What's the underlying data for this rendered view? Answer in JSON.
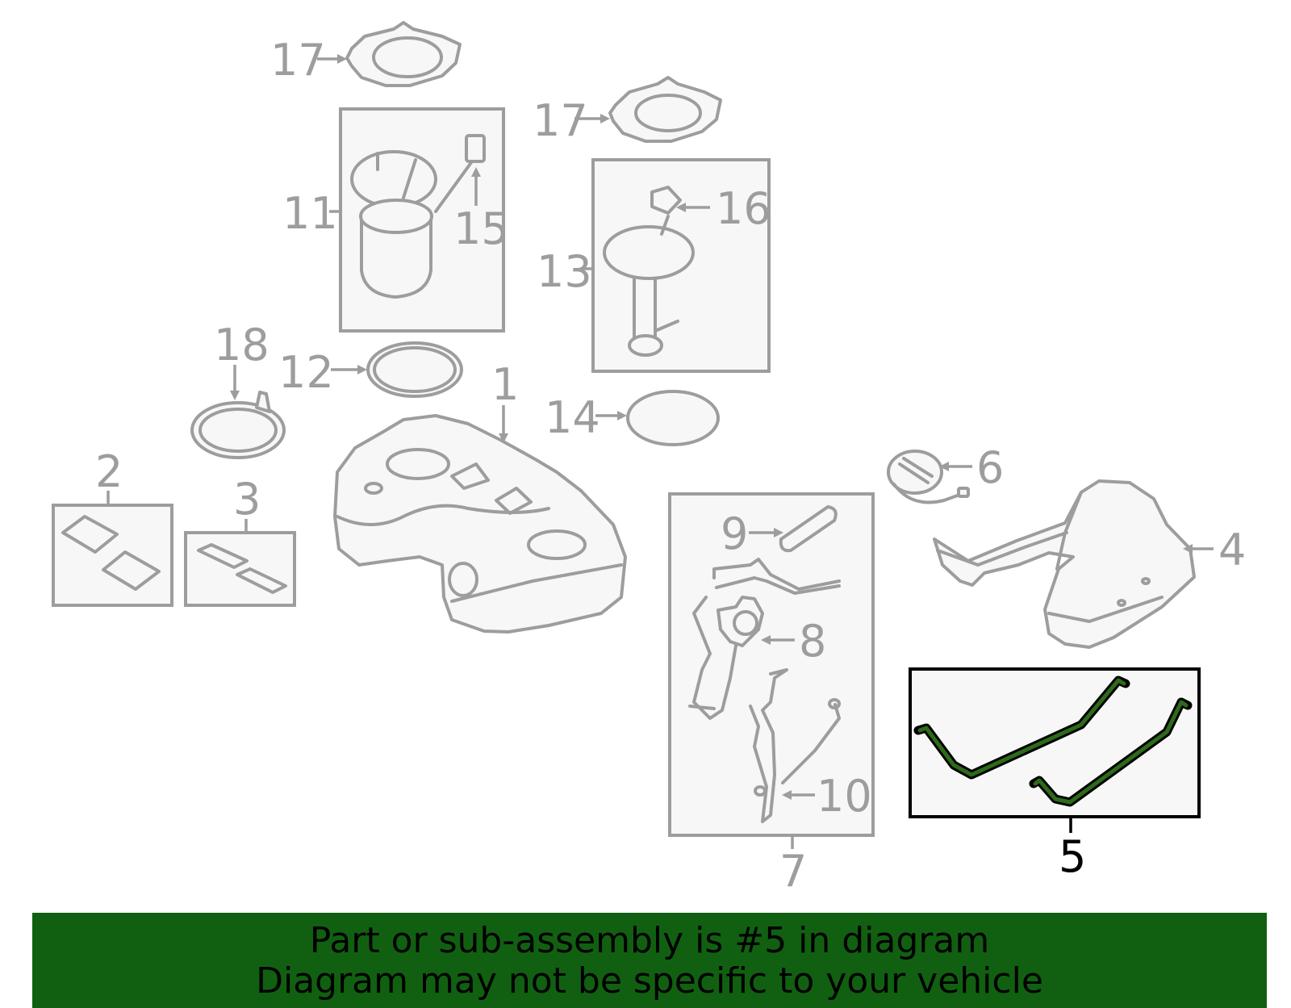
{
  "diagram": {
    "labels": {
      "p1": "1",
      "p2": "2",
      "p3": "3",
      "p4": "4",
      "p5": "5",
      "p6": "6",
      "p7": "7",
      "p8": "8",
      "p9": "9",
      "p10": "10",
      "p11": "11",
      "p12": "12",
      "p13": "13",
      "p14": "14",
      "p15": "15",
      "p16": "16",
      "p17a": "17",
      "p17b": "17",
      "p18": "18"
    },
    "highlight_part": "5",
    "colors": {
      "outline": "#9d9d9d",
      "highlight_outline": "#000000",
      "highlight_fill": "#2d6a1a",
      "banner": "#116011"
    }
  },
  "banner": {
    "line1": "Part or sub-assembly is #5 in diagram",
    "line2": "Diagram may not be specific to your vehicle"
  }
}
